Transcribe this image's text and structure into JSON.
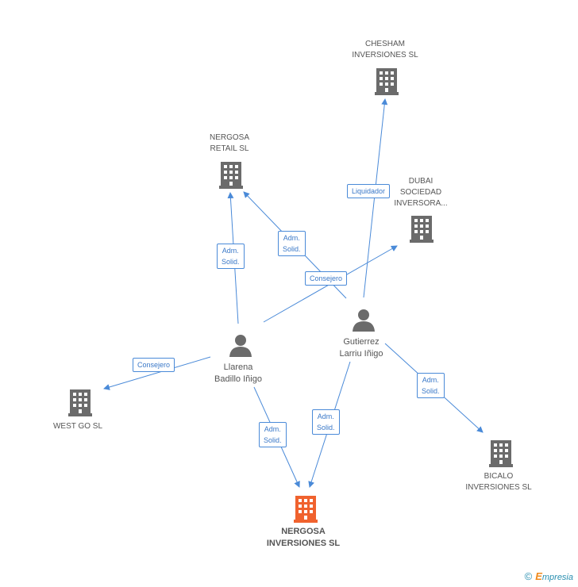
{
  "nodes": {
    "chesham": {
      "label_lines": [
        "CHESHAM",
        "INVERSIONES SL"
      ],
      "icon": "building-icon"
    },
    "nergosa_retail": {
      "label_lines": [
        "NERGOSA",
        "RETAIL SL"
      ],
      "icon": "building-icon"
    },
    "dubai": {
      "label_lines": [
        "DUBAI",
        "SOCIEDAD",
        "INVERSORA..."
      ],
      "icon": "building-icon"
    },
    "west_go": {
      "label_lines": [
        "WEST GO SL"
      ],
      "icon": "building-icon"
    },
    "bicalo": {
      "label_lines": [
        "BICALO",
        "INVERSIONES SL"
      ],
      "icon": "building-icon"
    },
    "nergosa_inv": {
      "label_lines": [
        "NERGOSA",
        "INVERSIONES SL"
      ],
      "icon": "building-icon"
    },
    "llarena": {
      "label_lines": [
        "Llarena",
        "Badillo Iñigo"
      ],
      "icon": "person-icon"
    },
    "gutierrez": {
      "label_lines": [
        "Gutierrez",
        "Larriu Iñigo"
      ],
      "icon": "person-icon"
    }
  },
  "edge_labels": {
    "liquidador": [
      "Liquidador"
    ],
    "adm_retail_llarena": [
      "Adm.",
      "Solid."
    ],
    "adm_retail_gutierrez": [
      "Adm.",
      "Solid."
    ],
    "consejero_dubai": [
      "Consejero"
    ],
    "consejero_westgo": [
      "Consejero"
    ],
    "adm_bicalo": [
      "Adm.",
      "Solid."
    ],
    "adm_main_llarena": [
      "Adm.",
      "Solid."
    ],
    "adm_main_gutierrez": [
      "Adm.",
      "Solid."
    ]
  },
  "colors": {
    "edge": "#4a8ad8",
    "building": "#6b6b6b",
    "main_building": "#f0622e",
    "person": "#6b6b6b"
  },
  "footer": {
    "copyright": "©",
    "brand_initial": "E",
    "brand_rest": "mpresia"
  }
}
